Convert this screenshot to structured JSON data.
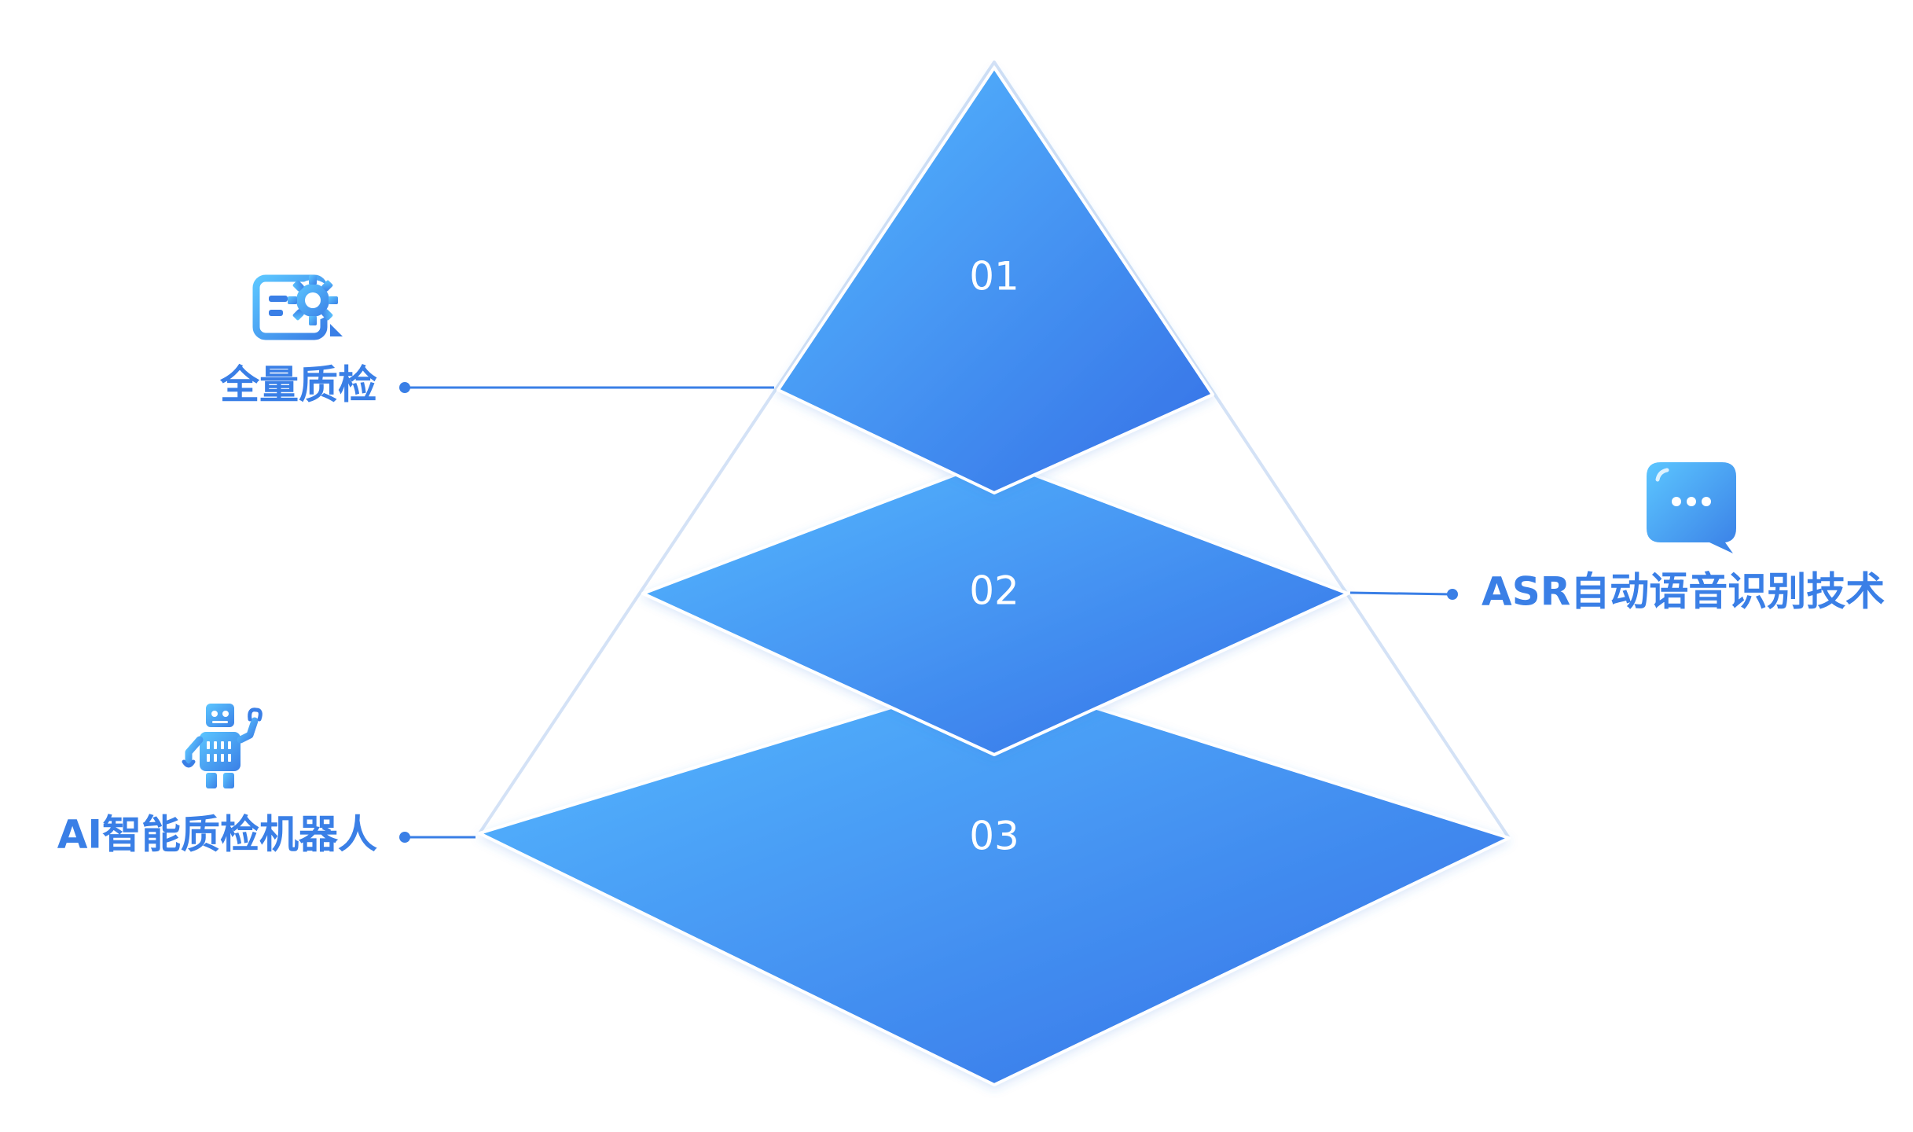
{
  "layers": [
    {
      "number": "01"
    },
    {
      "number": "02"
    },
    {
      "number": "03"
    }
  ],
  "labels": {
    "top_left": "全量质检",
    "right": "ASR自动语音识别技术",
    "bottom_left": "AI智能质检机器人"
  },
  "icons": {
    "top_left": "document-gear-icon",
    "right": "chat-bubble-icon",
    "bottom_left": "robot-icon"
  },
  "colors": {
    "gradient_light": "#56b9ff",
    "gradient_dark": "#3570e6",
    "label_text": "#3a7fe6",
    "pyramid_outline": "#d4e2f6",
    "connector_line": "#3a7fe6"
  }
}
